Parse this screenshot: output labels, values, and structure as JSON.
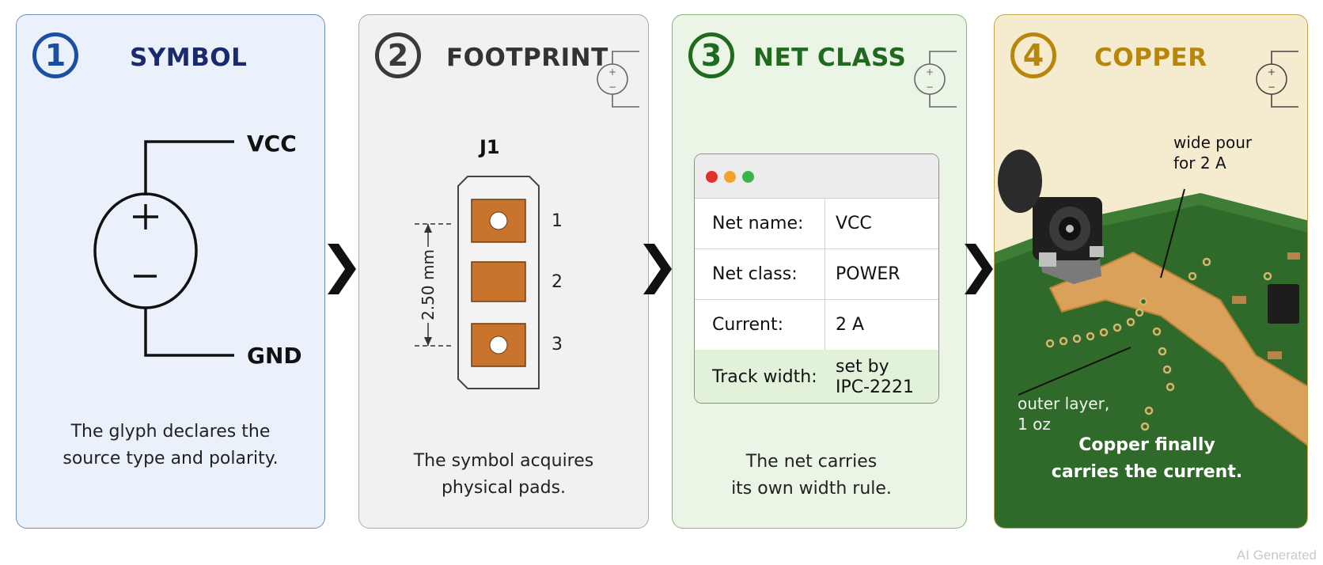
{
  "panels": [
    {
      "number": "1",
      "title": "SYMBOL",
      "color": "#1c4fa3",
      "caption": [
        "The glyph declares the",
        "source type and polarity."
      ],
      "labels": {
        "top": "VCC",
        "bottom": "GND",
        "plus": "+",
        "minus": "−"
      }
    },
    {
      "number": "2",
      "title": "FOOTPRINT",
      "color": "#3a3a3a",
      "caption": [
        "The symbol acquires",
        "physical pads."
      ],
      "labels": {
        "ref": "J1",
        "pins": [
          "1",
          "2",
          "3"
        ],
        "dimension": "2.50 mm"
      }
    },
    {
      "number": "3",
      "title": "NET CLASS",
      "color": "#1f6a1e",
      "caption": [
        "The net carries",
        "its own width rule."
      ],
      "table": [
        {
          "key": "Net name:",
          "value": "VCC"
        },
        {
          "key": "Net class:",
          "value": "POWER"
        },
        {
          "key": "Current:",
          "value": "2 A"
        },
        {
          "key": "Track width:",
          "value": "set by\nIPC-2221"
        }
      ]
    },
    {
      "number": "4",
      "title": "COPPER",
      "color": "#b8860b",
      "caption": [
        "Copper finally",
        "carries the current."
      ],
      "labels": {
        "pour": "wide pour\nfor 2 A",
        "layer": "outer layer,\n1 oz"
      }
    }
  ],
  "mini_icon": {
    "plus": "+",
    "minus": "−"
  },
  "watermark": "AI Generated",
  "colors": {
    "symbol_bg": "#eaf1fa",
    "footprint_bg": "#f1f1f1",
    "netclass_bg": "#ebf5e6",
    "copper_bg": "#f5ecd0",
    "pad": "#c8742c",
    "board": "#2f6a2a",
    "trace": "#d9a15a"
  }
}
